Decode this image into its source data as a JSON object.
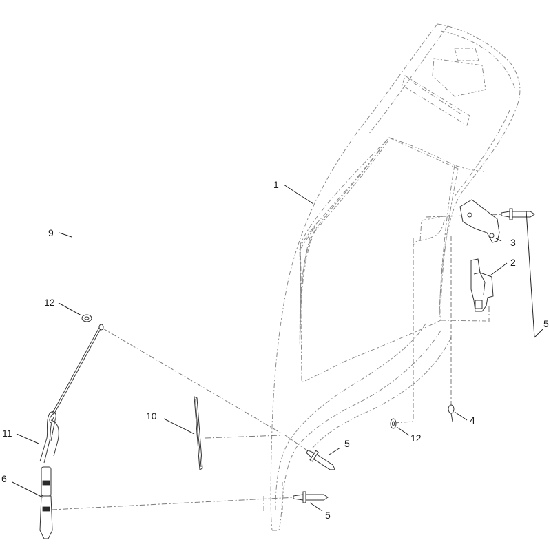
{
  "callouts": {
    "c1": "1",
    "c2": "2",
    "c3": "3",
    "c4": "4",
    "c5a": "5",
    "c5b": "5",
    "c5c": "5",
    "c6": "6",
    "c9": "9",
    "c10": "10",
    "c11": "11",
    "c12a": "12",
    "c12b": "12"
  },
  "colors": {
    "line": "#3a3a3a",
    "phantom": "#8a8a8a",
    "background": "#ffffff"
  }
}
